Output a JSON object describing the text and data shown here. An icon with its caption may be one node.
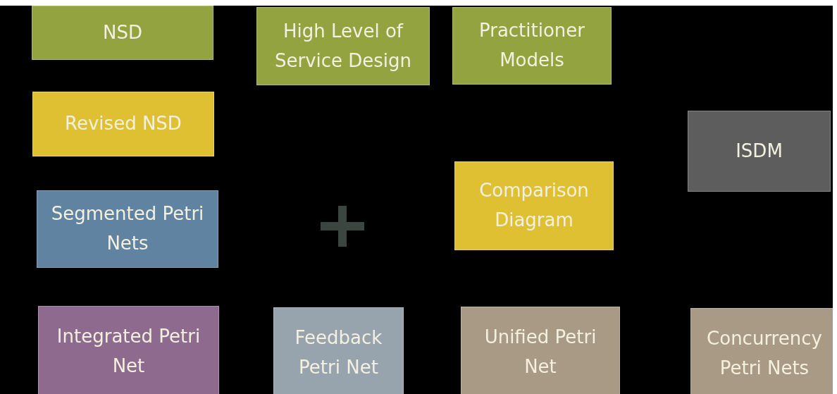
{
  "diagram": {
    "nodes": [
      {
        "text": [
          "NSD"
        ]
      },
      {
        "text": [
          "High Level of Service Design"
        ]
      },
      {
        "text": [
          "Practitioner Models"
        ]
      },
      {
        "text": [
          "Revised NSD"
        ]
      },
      {
        "text": [
          "ISDM"
        ]
      },
      {
        "text": [
          "Segmented Petri Nets"
        ]
      },
      {
        "text": [
          "Comparison Diagram"
        ]
      },
      {
        "text": [
          "Integrated Petri Net"
        ]
      },
      {
        "text": [
          "Feedback Petri Net"
        ]
      },
      {
        "text": [
          "Unified Petri Net"
        ]
      },
      {
        "text": [
          "Concurrency Petri Nets"
        ]
      }
    ]
  }
}
